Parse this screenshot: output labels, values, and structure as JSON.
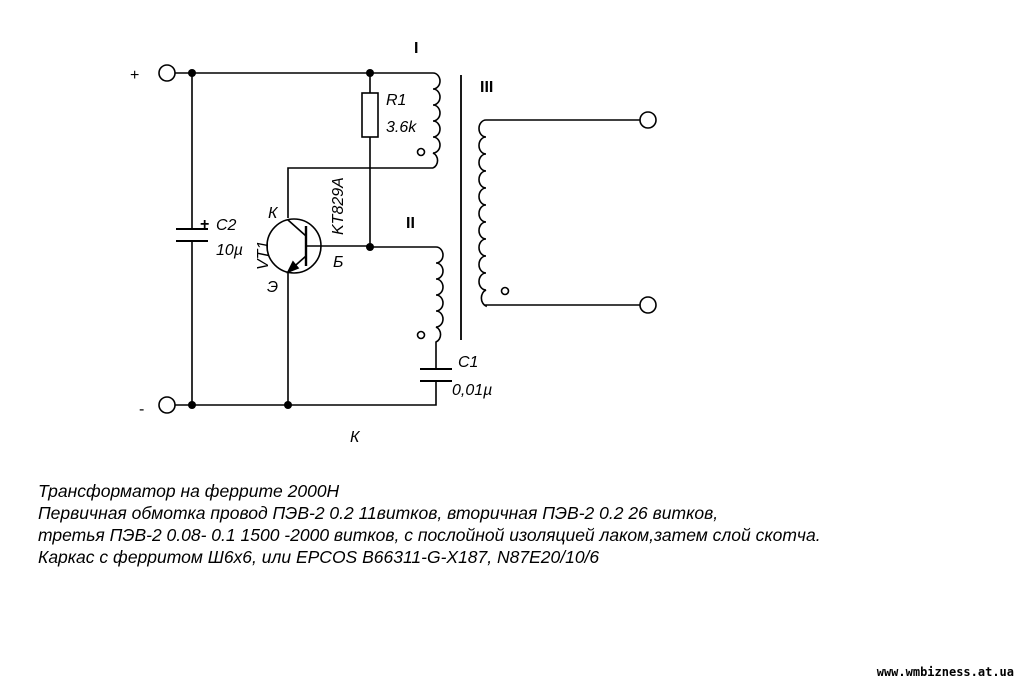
{
  "labels": {
    "plus": "+",
    "minus": "-",
    "winding_1": "I",
    "winding_2": "II",
    "winding_3": "III",
    "r1_name": "R1",
    "r1_value": "3.6k",
    "c2_polarity": "+",
    "c2_name": "C2",
    "c2_value": "10µ",
    "c1_name": "C1",
    "c1_value": "0,01µ",
    "vt1_name": "VT1",
    "vt1_type": "KT829A",
    "collector": "К",
    "base": "Б",
    "emitter": "Э",
    "bottom_mark": "К"
  },
  "notes": [
    "Трансформатор на феррите 2000Н",
    "Первичная обмотка провод ПЭВ-2 0.2 11витков, вторичная ПЭВ-2 0.2 26 витков,",
    "третья ПЭВ-2 0.08- 0.1  1500 -2000 витков, с послойной изоляцией лаком,затем слой скотча.",
    "Каркас с ферритом Ш6х6, или EPCOS B66311-G-X187, N87E20/10/6"
  ],
  "watermark": "www.wmbizness.at.ua"
}
